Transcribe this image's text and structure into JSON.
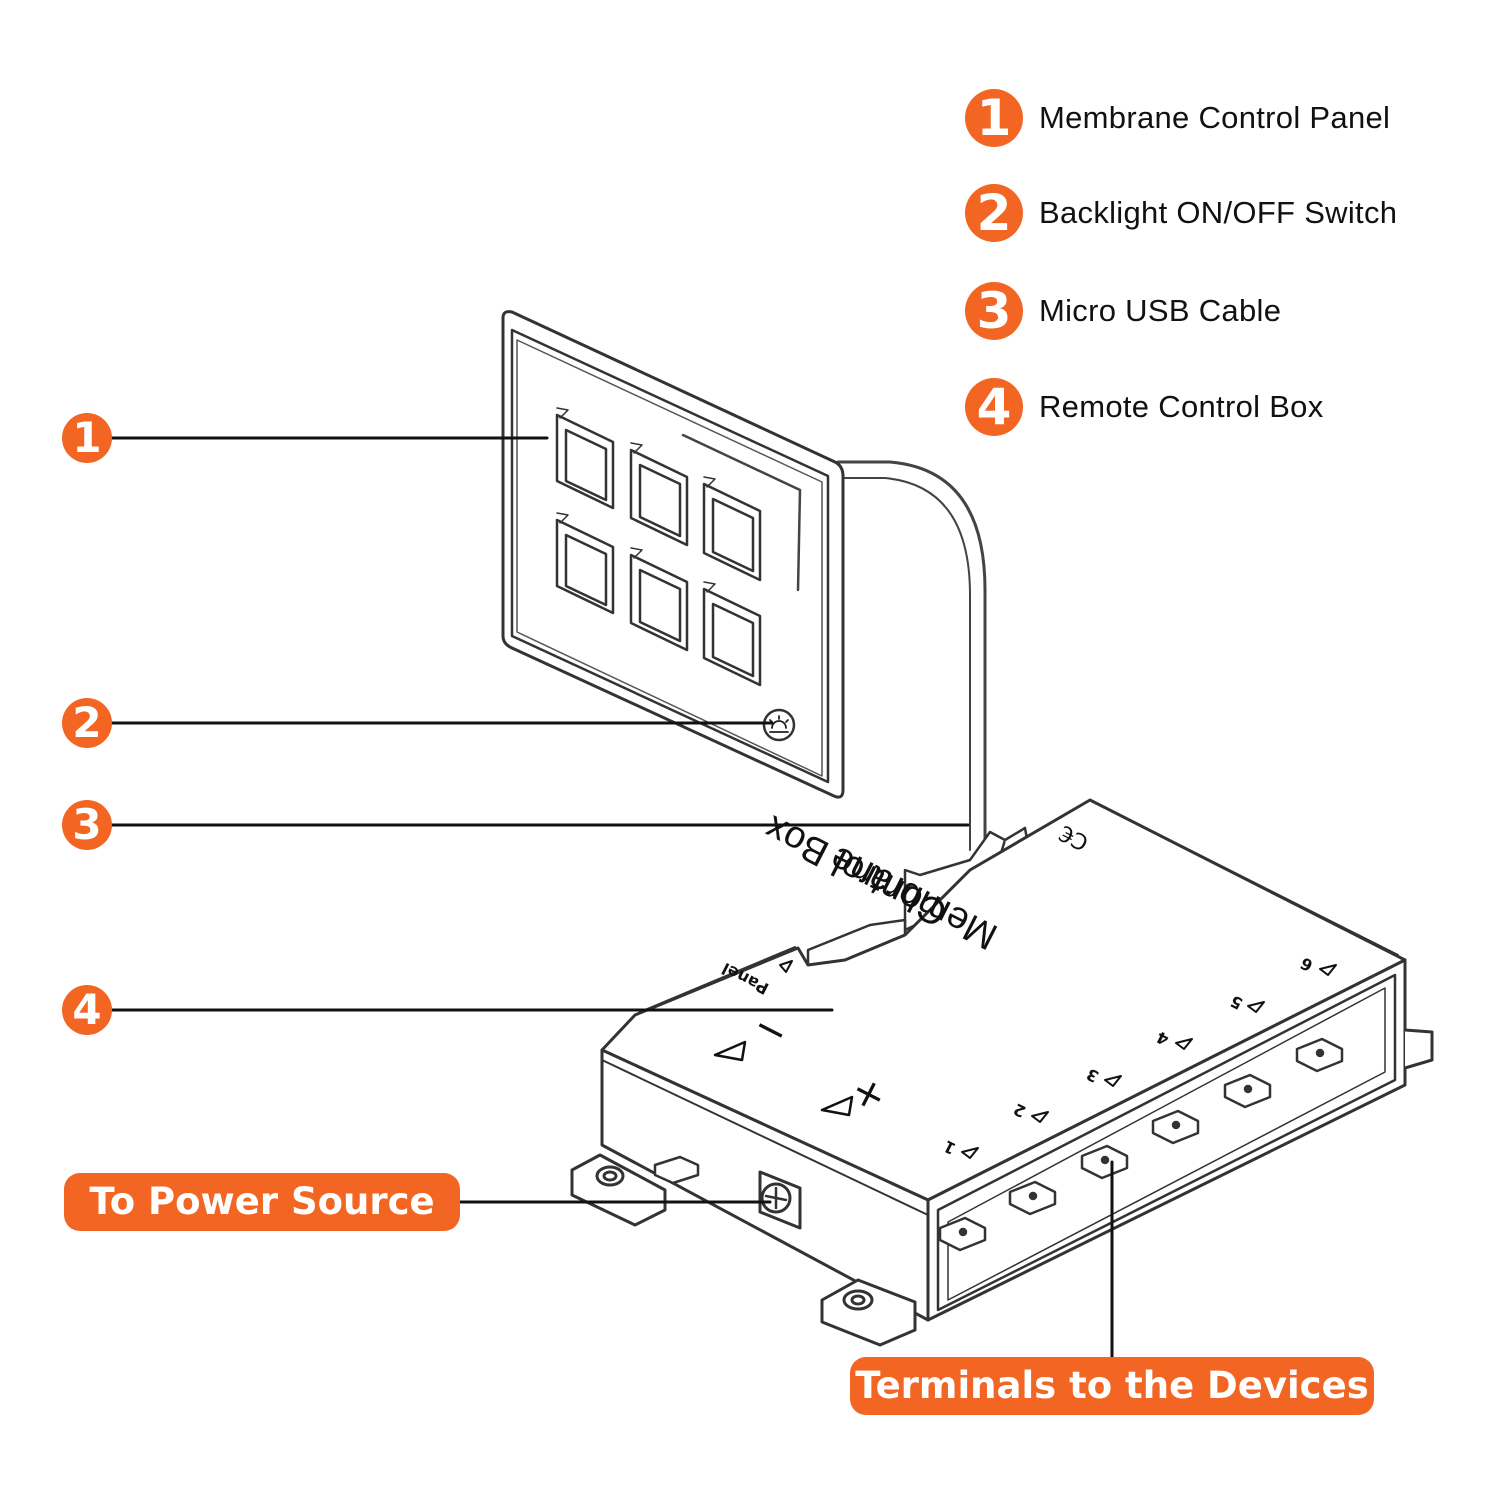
{
  "accent_color": "#f26522",
  "legend": [
    {
      "number": "1",
      "label": "Membrane Control Panel"
    },
    {
      "number": "2",
      "label": "Backlight ON/OFF Switch"
    },
    {
      "number": "3",
      "label": "Micro USB Cable"
    },
    {
      "number": "4",
      "label": "Remote Control Box"
    }
  ],
  "callouts": [
    "1",
    "2",
    "3",
    "4"
  ],
  "power_label": "To Power Source",
  "terminals_label": "Terminals to the Devices",
  "box": {
    "title_line1": "Membrane",
    "title_line2": "Control Box",
    "cert_mark": "C€",
    "panel_port": "Panel",
    "minus": "−",
    "plus": "+",
    "ports": [
      "1",
      "2",
      "3",
      "4",
      "5",
      "6"
    ]
  }
}
